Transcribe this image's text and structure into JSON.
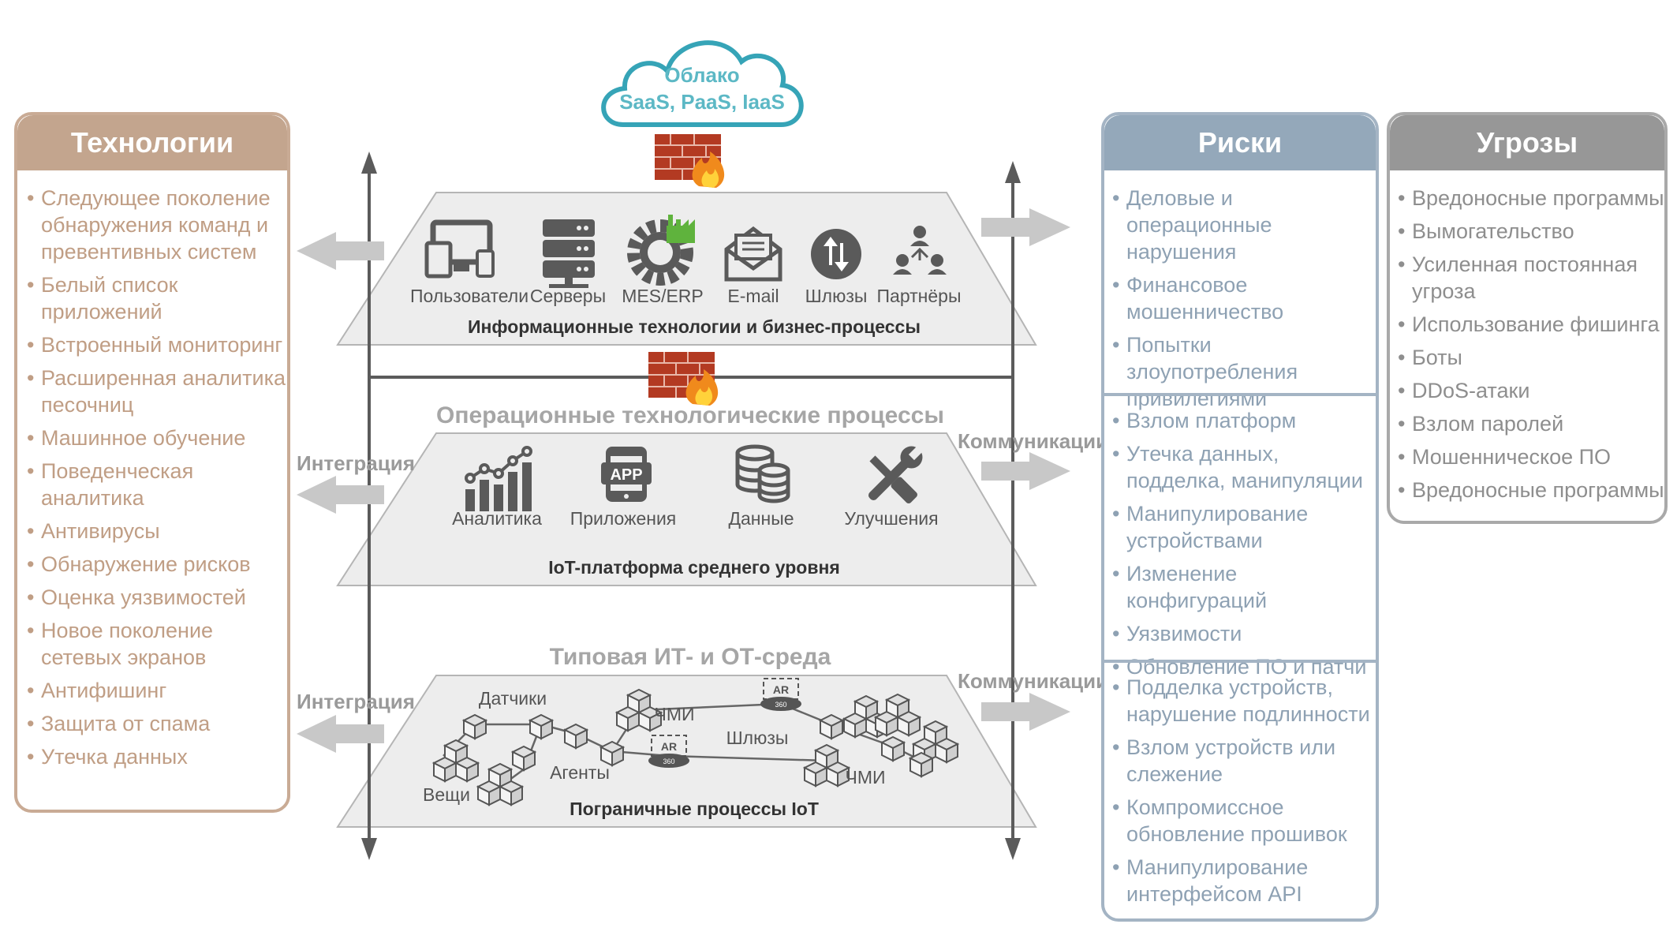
{
  "cloud": {
    "line1": "Облако",
    "line2": "SaaS, PaaS, IaaS",
    "color": "#36a4b7"
  },
  "technologies": {
    "title": "Технологии",
    "items": [
      "Следующее поколение обнаружения команд и превентивных систем",
      "Белый список приложений",
      "Встроенный мониторинг",
      "Расширенная аналитика песочниц",
      "Машинное обучение",
      "Поведенческая аналитика",
      "Антивирусы",
      "Обнаружение рисков",
      "Оценка уязвимостей",
      "Новое поколение сетевых экранов",
      "Антифишинг",
      "Защита от спама",
      "Утечка данных"
    ]
  },
  "risks": {
    "title": "Риски",
    "groups": [
      [
        "Деловые и операционные нарушения",
        "Финансовое мошенничество",
        "Попытки злоупотребления привилегиями"
      ],
      [
        "Взлом платформ",
        "Утечка данных, подделка, манипуляции",
        "Манипулирование устройствами",
        "Изменение конфигураций",
        "Уязвимости",
        "Обновление ПО и патчи"
      ],
      [
        "Подделка устройств, нарушение подлинности",
        "Взлом устройств или слежение",
        "Компромиссное обновление прошивок",
        "Манипулирование интерфейсом API"
      ]
    ]
  },
  "threats": {
    "title": "Угрозы",
    "items": [
      "Вредоносные программы",
      "Вымогательство",
      "Усиленная постоянная угроза",
      "Использование фишинга",
      "Боты",
      "DDoS-атаки",
      "Взлом паролей",
      "Мошенническое ПО",
      "Вредоносные программы"
    ]
  },
  "layers": {
    "it": {
      "title": "Информационные технологии и бизнес-процессы",
      "items": [
        {
          "icon": "monitor-icon",
          "label": "Пользователи"
        },
        {
          "icon": "server-icon",
          "label": "Серверы"
        },
        {
          "icon": "gear-factory-icon",
          "label": "MES/ERP"
        },
        {
          "icon": "envelope-icon",
          "label": "E-mail"
        },
        {
          "icon": "gateway-arrows-icon",
          "label": "Шлюзы"
        },
        {
          "icon": "partners-icon",
          "label": "Партнёры"
        }
      ]
    },
    "iot_platform": {
      "heading": "Операционные технологические процессы",
      "title": "IoT-платформа среднего уровня",
      "items": [
        {
          "icon": "bar-chart-icon",
          "label": "Аналитика"
        },
        {
          "icon": "app-phone-icon",
          "label": "Приложения",
          "icon_text": "APP"
        },
        {
          "icon": "database-icon",
          "label": "Данные"
        },
        {
          "icon": "tools-icon",
          "label": "Улучшения"
        }
      ]
    },
    "edge": {
      "heading": "Типовая ИТ- и ОТ-среда",
      "title": "Пограничные процессы IoT",
      "labels": {
        "sensors": "Датчики",
        "hmi1": "ЧМИ",
        "gateways": "Шлюзы",
        "agents": "Агенты",
        "things": "Вещи",
        "hmi2": "ЧМИ"
      },
      "ar_text": "AR",
      "ar_sub": "360"
    }
  },
  "side_labels": {
    "integration": "Интеграция",
    "communications": "Коммуникации"
  },
  "colors": {
    "tech": "#c3a58e",
    "risks": "#94a8ba",
    "threats": "#979797",
    "layer_fill": "#ededed",
    "arrow": "#c8c8c8",
    "firewall": "#b33a22"
  }
}
